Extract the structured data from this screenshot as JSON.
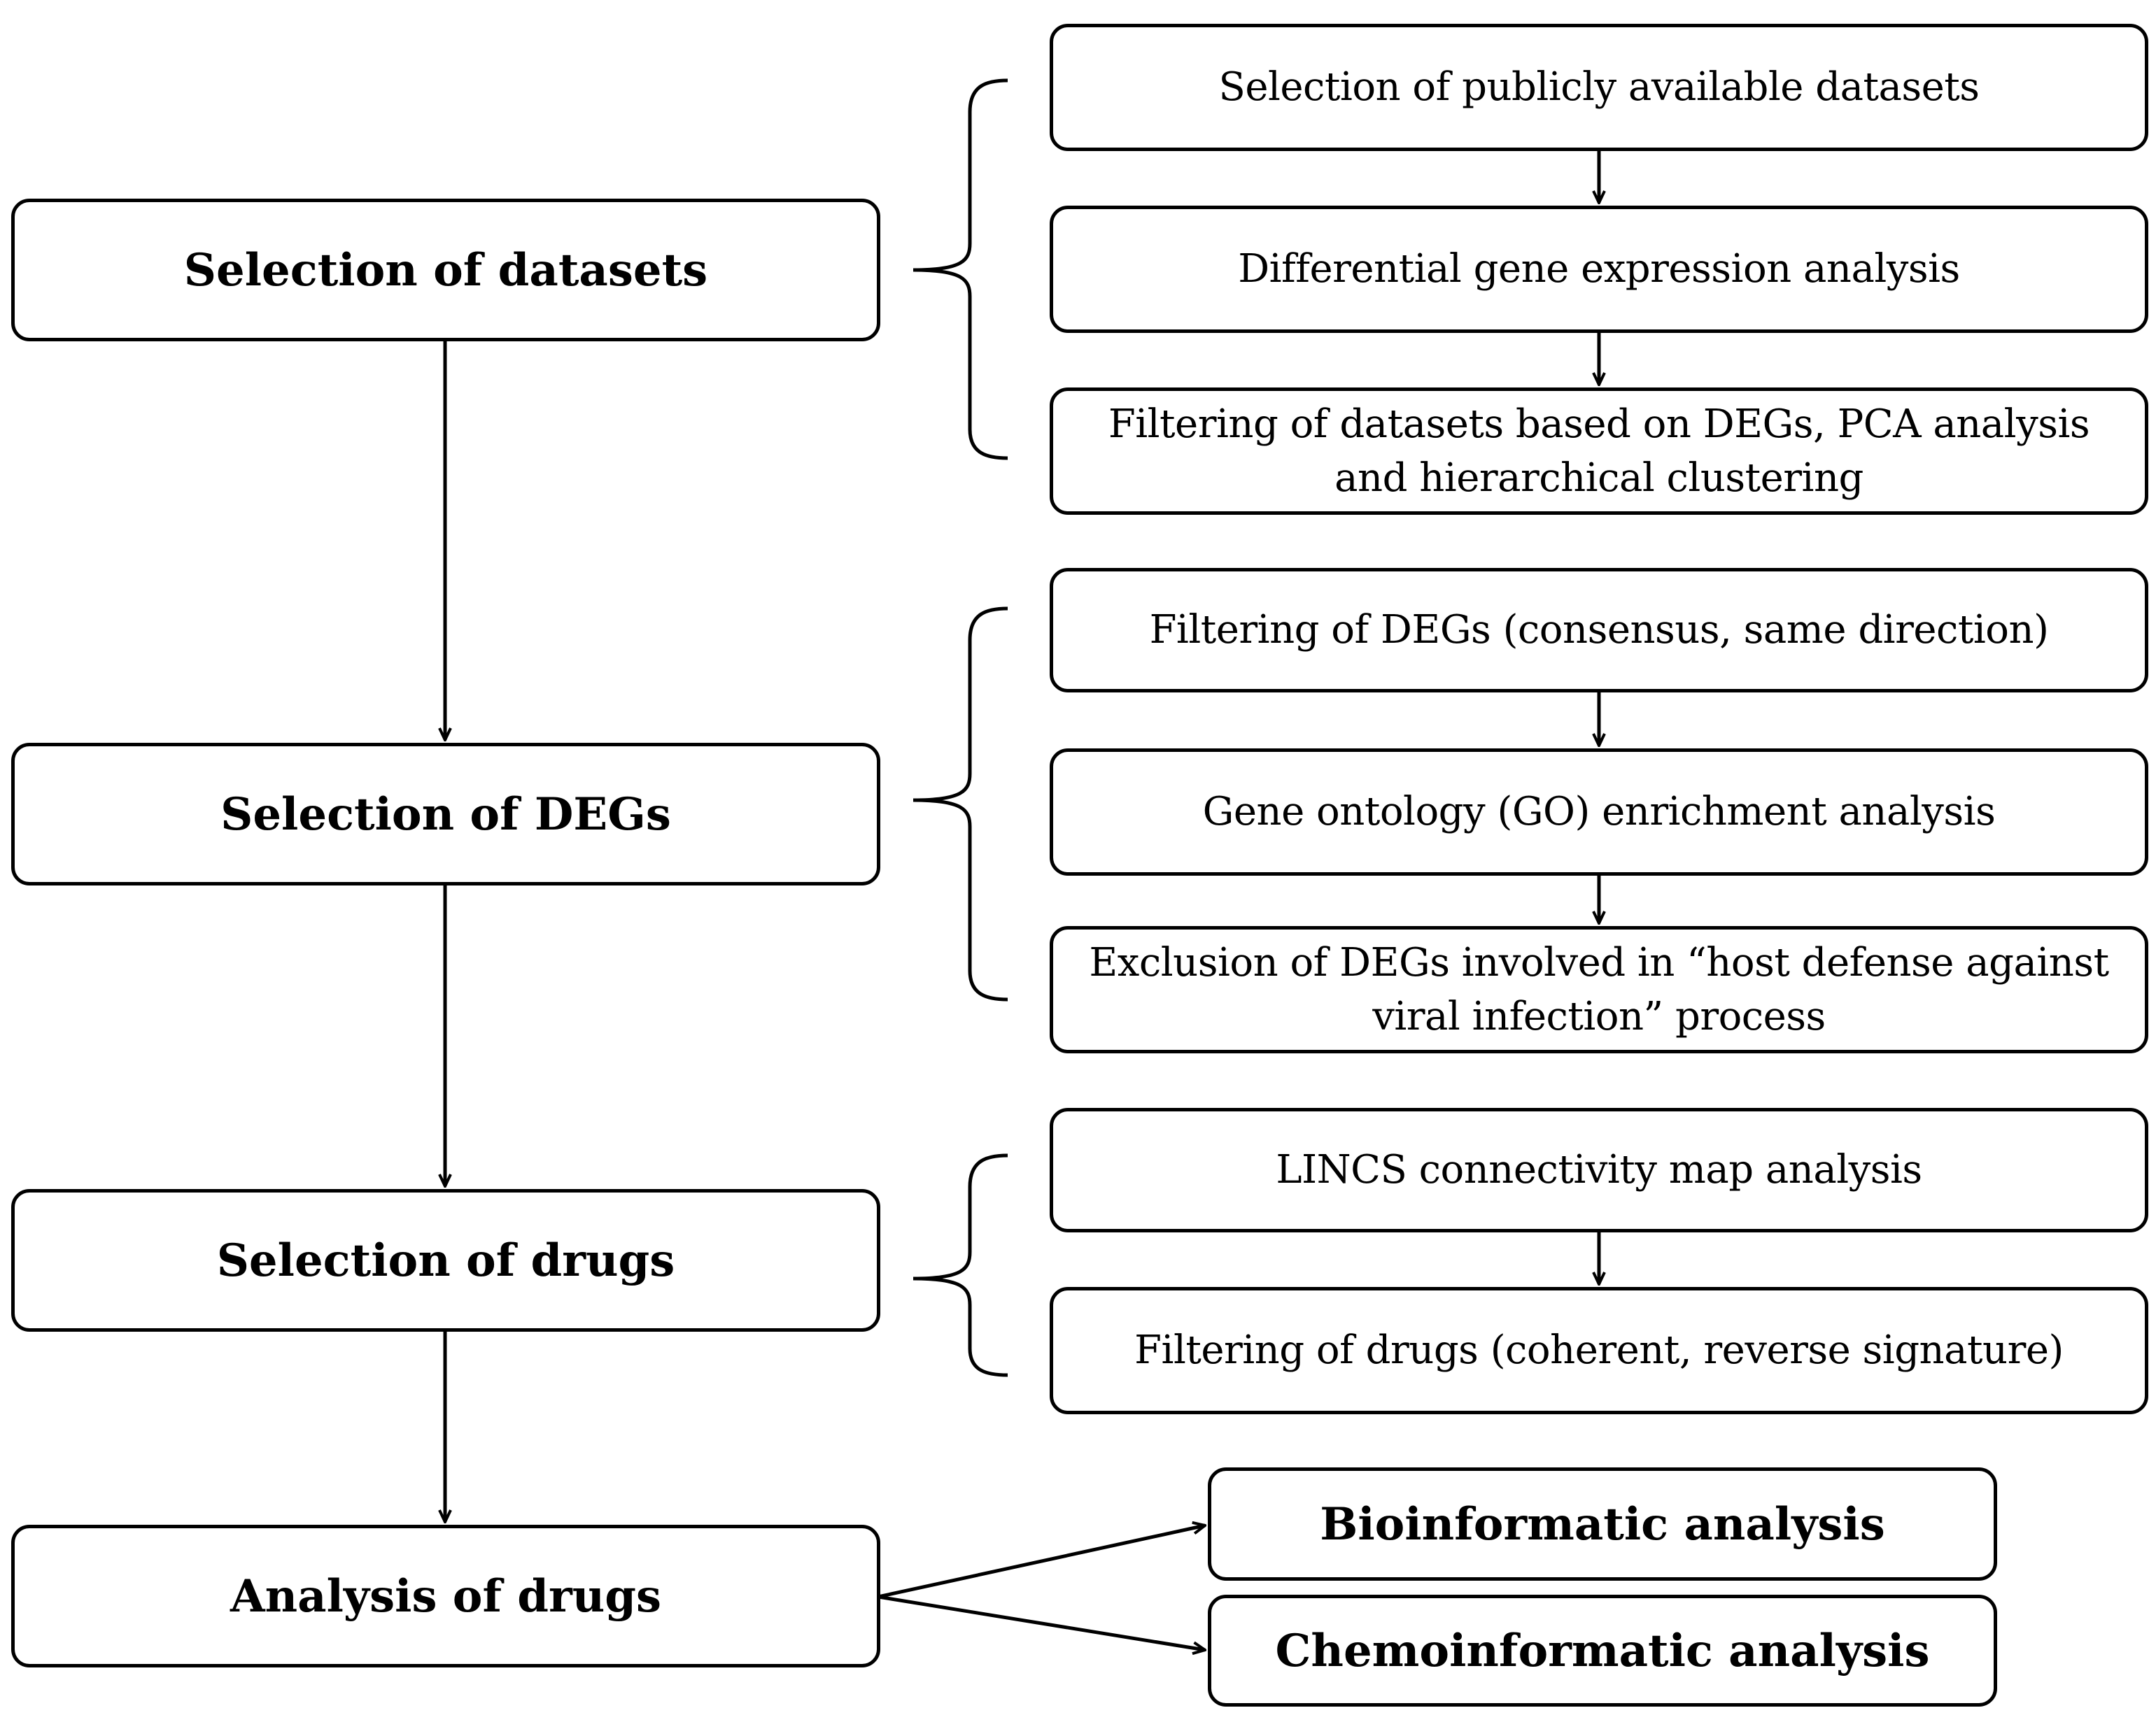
{
  "stages": [
    {
      "label": "Selection of datasets"
    },
    {
      "label": "Selection of DEGs"
    },
    {
      "label": "Selection of drugs"
    },
    {
      "label": "Analysis of drugs"
    }
  ],
  "steps": {
    "datasets": [
      "Selection of publicly available datasets",
      "Differential gene expression analysis",
      "Filtering of datasets based on DEGs, PCA analysis and hierarchical clustering"
    ],
    "degs": [
      "Filtering of DEGs (consensus, same direction)",
      "Gene ontology (GO) enrichment analysis",
      "Exclusion of DEGs involved in “host defense against viral infection” process"
    ],
    "drugs": [
      "LINCS connectivity map analysis",
      "Filtering of drugs (coherent, reverse signature)"
    ]
  },
  "outputs": [
    "Bioinformatic analysis",
    "Chemoinformatic analysis"
  ]
}
